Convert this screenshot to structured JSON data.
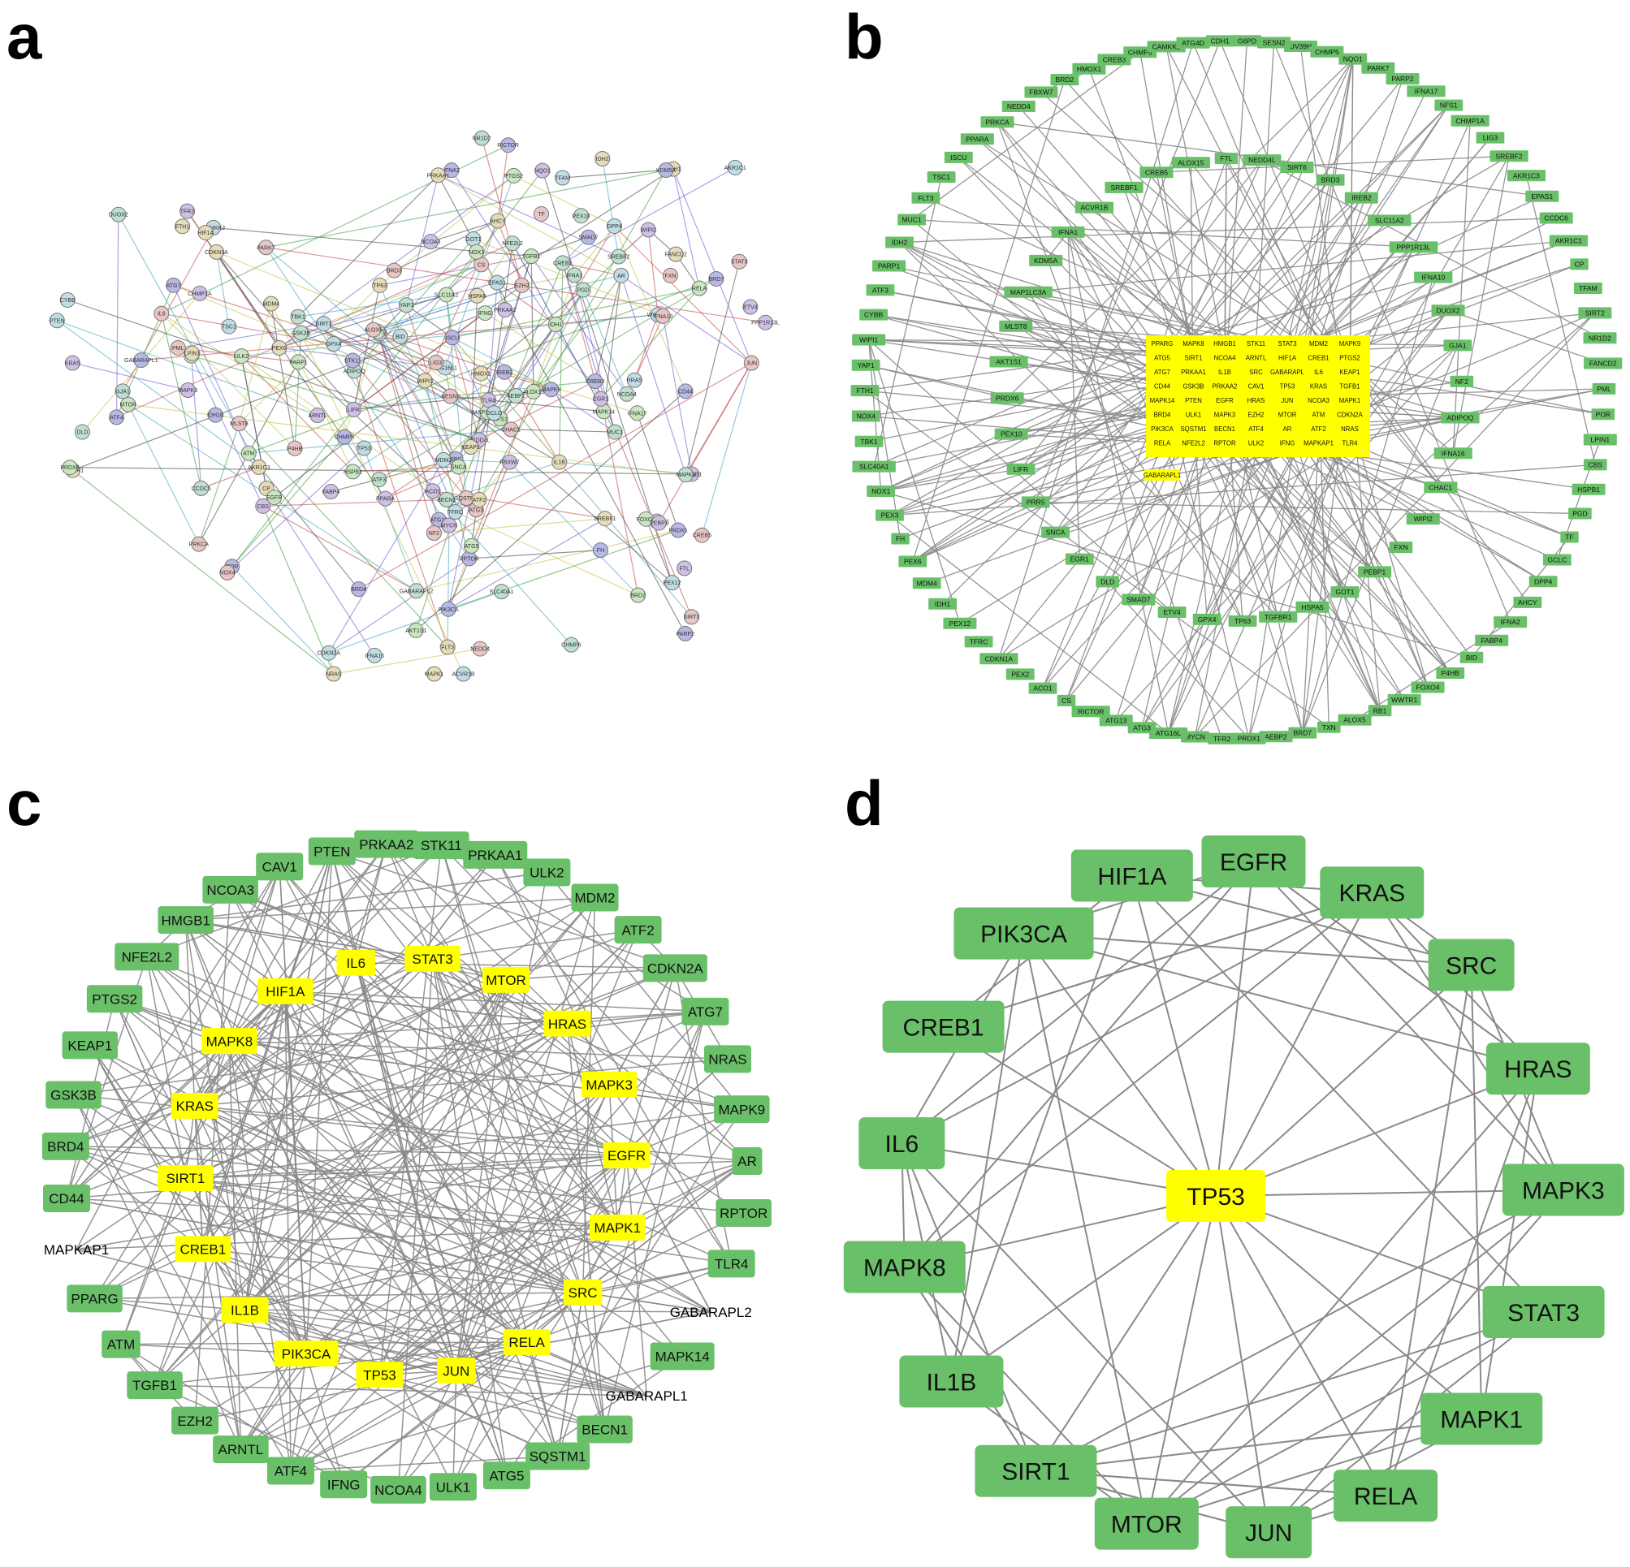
{
  "panels": {
    "a": "a",
    "b": "b",
    "c": "c",
    "d": "d"
  },
  "colors": {
    "hub": "#ffff00",
    "node": "#6abf69",
    "edge": "#8a8a8a",
    "text": "#111111"
  },
  "panel_a": {
    "nodes": [
      "ISCU",
      "NFS1",
      "FXN",
      "ACVR1B",
      "TGFBR1",
      "NEDD4L",
      "IFNA1",
      "IFNA2",
      "IFNG",
      "NEDD4",
      "CAMKK2",
      "SREBF1",
      "FABP4",
      "ADIPOQ",
      "RICTOR",
      "AKT1S1",
      "MLST8",
      "PEX12",
      "PEX6",
      "PEX2",
      "PEX10",
      "ATG13",
      "ULK2",
      "ATG3",
      "ATG16L1",
      "WIPI1",
      "WIPI2",
      "GABARAPL2",
      "GABARAPL1",
      "MAP1LC3A",
      "SESN2",
      "GOT1",
      "IDH2",
      "ACO1",
      "DLD",
      "FH",
      "IDH1",
      "CS",
      "WWTR1",
      "CP",
      "TFR2",
      "SLC40A1",
      "IREB2",
      "SLC11A2",
      "TF",
      "TFRC",
      "FTH1",
      "FTL",
      "YAP1",
      "SMAD7",
      "TGFB1",
      "NF2",
      "PTEN",
      "FLT3",
      "LIFR",
      "AEBP2",
      "CD44",
      "EGFR",
      "IL6",
      "SUV39H1",
      "IL1B",
      "TLR4",
      "PGD",
      "RPTOR",
      "MTOR",
      "SIRT3",
      "SIRT1",
      "PRKAA1",
      "PRKAA2",
      "BECN1",
      "ATG7",
      "ATG5",
      "SQSTM1",
      "DPP4",
      "CDH1",
      "MYCN",
      "GJA1",
      "PIK3CA",
      "CAV1",
      "EZH2",
      "HRAS",
      "NRAS",
      "KRAS",
      "MUC1",
      "SRC",
      "PTGS2",
      "STAT3",
      "CDKN2A",
      "CDKN1A",
      "HMGB1",
      "TBK1",
      "STK11",
      "RELA",
      "PRKCA",
      "TSC1",
      "KEAP1",
      "ARNTL",
      "NFE2L2",
      "KDM5A",
      "SNCA",
      "PARK7",
      "GCLC",
      "HMOX1",
      "NQO1",
      "NR1D2",
      "POR",
      "PRDX6",
      "CHAC1",
      "GPX4",
      "HSPA5",
      "PPP1R13L",
      "ATF3",
      "ATF4",
      "FOXO4",
      "P4HB",
      "TFAM",
      "AHCY",
      "CBS",
      "TXN",
      "PRDX1",
      "ALOX15",
      "ALOX5",
      "AR",
      "MAPK1",
      "MAPK3",
      "MAPK8",
      "MAPK9",
      "MAPK14",
      "JUN",
      "TP53",
      "HIF1A",
      "EGR1",
      "CREB1",
      "CREB3",
      "NOX1",
      "NOX4",
      "CYBB",
      "ATF2",
      "FBXW7",
      "SREBF2",
      "BRD7",
      "HSPB1",
      "PML",
      "MDM2",
      "MDM4",
      "NCOA3",
      "NCOA4",
      "BRD4",
      "ATM",
      "CREB5",
      "EPAS1",
      "TP63",
      "ETV4",
      "CCDC6",
      "IDH1B",
      "BRD2",
      "BRD3",
      "BID",
      "FANCD2",
      "PPARA",
      "DUOX2",
      "PARP2",
      "PARP1",
      "LIG3",
      "AKR1C1",
      "AKR1C3",
      "CHMP1A",
      "CHMP6",
      "CHMP5",
      "IFNA17",
      "IFNA10",
      "IFNA16",
      "LPIN1",
      "PEBP1",
      "GSK3B"
    ]
  },
  "panel_b": {
    "ring": [
      "UV39H",
      "CHMP5",
      "NQO1",
      "PARK7",
      "PARP2",
      "IFNA17",
      "NFS1",
      "CHMP1A",
      "LIG3",
      "SREBF2",
      "AKR1C3",
      "EPAS1",
      "CCDC6",
      "AKR1C1",
      "CP",
      "TFAM",
      "SIRT2",
      "NR1D2",
      "FANCD2",
      "PML",
      "POR",
      "LPIN1",
      "CBS",
      "HSPB1",
      "PGD",
      "TF",
      "GCLC",
      "DPP4",
      "AHCY",
      "IFNA2",
      "FABP4",
      "BID",
      "P4HB",
      "FOXO4",
      "WWTR1",
      "RB1",
      "ALOX5",
      "TXN",
      "BRD7",
      "AEBP2",
      "PRDX1",
      "TFR2",
      "MYCN",
      "ATG16L",
      "ATG3",
      "ATG13",
      "RICTOR",
      "CS",
      "ACO1",
      "PEX2",
      "CDKN1A",
      "TFRC",
      "PEX12",
      "IDH1",
      "MDM4",
      "PEX6",
      "FH",
      "PEX3",
      "NOX1",
      "SLC40A1",
      "TBK1",
      "NOX4",
      "FTH1",
      "YAP1",
      "WIPI1",
      "CYBB",
      "ATF3",
      "PARP1",
      "IDH2",
      "MUC1",
      "FLT3",
      "TSC1",
      "ISCU",
      "PPARA",
      "PRKCA",
      "NEDD4",
      "FBXW7",
      "BRD2",
      "HMOX1",
      "CREB3",
      "CHMP6",
      "CAMKK2",
      "ATG4D",
      "CDH1",
      "G6PD",
      "SESN2"
    ],
    "inner": [
      "CREB5",
      "ALOX15",
      "FTL",
      "NEDD4L",
      "SIRT6",
      "BRD3",
      "IREB2",
      "SLC11A2",
      "PPP1R13L",
      "IFNA10",
      "DUOX2",
      "GJA1",
      "NF2",
      "ADIPOQ",
      "IFNA16",
      "CHAC1",
      "WIPI2",
      "FXN",
      "PEBP1",
      "GOT1",
      "HSPA5",
      "TGFBR1",
      "TP63",
      "GPX4",
      "ETV4",
      "SMAD7",
      "DLD",
      "EGR1",
      "SNCA",
      "PRR5",
      "LIFR",
      "PEX10",
      "PRDX6",
      "AKT1S1",
      "MLST8",
      "MAP1LC3A",
      "KDM5A",
      "IFNA1",
      "ACVR1B",
      "SREBF1"
    ],
    "grid": [
      "PPARG",
      "MAPK8",
      "HMGB1",
      "STK11",
      "STAT3",
      "MDM2",
      "MAPK9",
      "ATG5",
      "SIRT1",
      "NCOA4",
      "ARNTL",
      "HIF1A",
      "CREB1",
      "PTGS2",
      "ATG7",
      "PRKAA1",
      "IL1B",
      "SRC",
      "GABARAPL",
      "IL6",
      "KEAP1",
      "CD44",
      "GSK3B",
      "PRKAA2",
      "CAV1",
      "TP53",
      "KRAS",
      "TGFB1",
      "MAPK14",
      "PTEN",
      "EGFR",
      "HRAS",
      "JUN",
      "NCOA3",
      "MAPK1",
      "BRD4",
      "ULK1",
      "MAPK3",
      "EZH2",
      "MTOR",
      "ATM",
      "CDKN2A",
      "PIK3CA",
      "SQSTM1",
      "BECN1",
      "ATF4",
      "AR",
      "ATF2",
      "NRAS",
      "RELA",
      "NFE2L2",
      "RPTOR",
      "ULK2",
      "IFNG",
      "MAPKAP1",
      "TLR4"
    ],
    "grid_extra": "GABARAPL1"
  },
  "panel_c": {
    "outer": [
      "CAV1",
      "PTEN",
      "PRKAA2",
      "STK11",
      "PRKAA1",
      "ULK2",
      "MDM2",
      "ATF2",
      "CDKN2A",
      "ATG7",
      "NRAS",
      "MAPK9",
      "AR",
      "RPTOR",
      "TLR4",
      "GABARAPL2",
      "MAPK14",
      "GABARAPL1",
      "BECN1",
      "SQSTM1",
      "ATG5",
      "ULK1",
      "NCOA4",
      "IFNG",
      "ATF4",
      "ARNTL",
      "EZH2",
      "TGFB1",
      "ATM",
      "PPARG",
      "MAPKAP1",
      "CD44",
      "BRD4",
      "GSK3B",
      "KEAP1",
      "PTGS2",
      "NFE2L2",
      "HMGB1",
      "NCOA3"
    ],
    "inner": [
      "STAT3",
      "MTOR",
      "HRAS",
      "MAPK3",
      "EGFR",
      "MAPK1",
      "SRC",
      "RELA",
      "JUN",
      "TP53",
      "PIK3CA",
      "IL1B",
      "CREB1",
      "SIRT1",
      "KRAS",
      "MAPK8",
      "HIF1A",
      "IL6"
    ]
  },
  "panel_d": {
    "center": "TP53",
    "ring": [
      "HIF1A",
      "EGFR",
      "KRAS",
      "SRC",
      "HRAS",
      "MAPK3",
      "STAT3",
      "MAPK1",
      "RELA",
      "JUN",
      "MTOR",
      "SIRT1",
      "IL1B",
      "MAPK8",
      "IL6",
      "CREB1",
      "PIK3CA"
    ]
  }
}
